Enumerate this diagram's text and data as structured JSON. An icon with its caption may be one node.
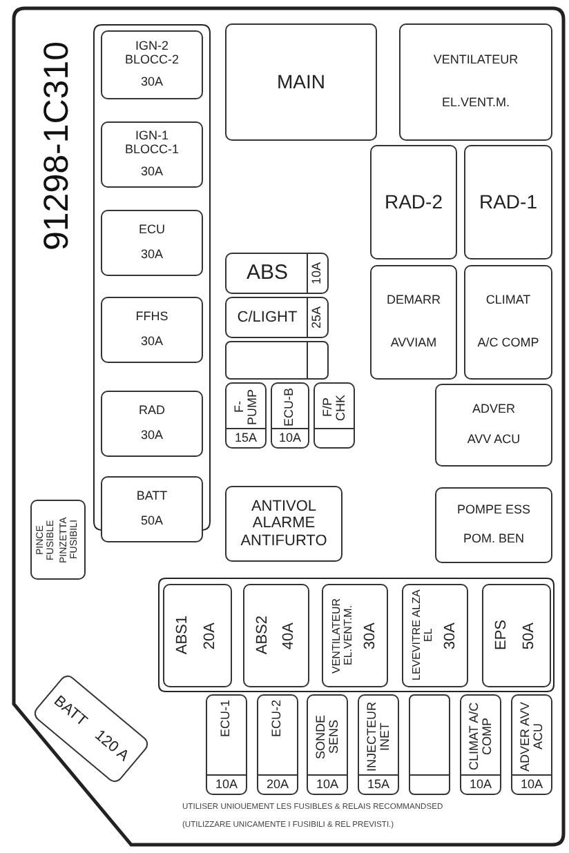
{
  "diagram": {
    "nodes": [
      {
        "text": [
          "IGN-2 BLOCC-2",
          "30A"
        ]
      },
      {
        "text": [
          "MAIN"
        ]
      },
      {
        "text": [
          "VENTILATEUR",
          "EL.VENT.M."
        ]
      },
      {
        "text": [
          "IGN-1 BLOCC-1",
          "30A"
        ]
      },
      {
        "text": [
          "RAD-2"
        ]
      },
      {
        "text": [
          "RAD-1"
        ]
      },
      {
        "text": [
          "ECU",
          "30A"
        ]
      },
      {
        "text": [
          "ABS",
          "10A"
        ]
      },
      {
        "text": [
          "DEMARR",
          "AVVIAM"
        ]
      },
      {
        "text": [
          "CLIMAT",
          "A/C COMP"
        ]
      },
      {
        "text": [
          "FFHS",
          "30A"
        ]
      },
      {
        "text": [
          "C/LIGHT",
          "25A"
        ]
      },
      {
        "text": [],
        "shape": "box"
      },
      {
        "text": [
          "F-PUMP",
          "15A"
        ]
      },
      {
        "text": [
          "ECU-B",
          "10A"
        ]
      },
      {
        "text": [
          "F/P CHK"
        ]
      },
      {
        "text": [
          "RAD",
          "30A"
        ]
      },
      {
        "text": [
          "ADVER",
          "AVV ACU"
        ]
      },
      {
        "text": [
          "BATT",
          "50A"
        ]
      },
      {
        "text": [
          "ANTIVOL ALARME ANTIFURTO"
        ]
      },
      {
        "text": [
          "POMPE ESS",
          "POM. BEN"
        ]
      },
      {
        "text": [
          "PINCE FUSIBLE",
          "PINZETTA FUSIBILI"
        ]
      },
      {
        "text": [
          "ABS1",
          "20A"
        ]
      },
      {
        "text": [
          "ABS2",
          "40A"
        ]
      },
      {
        "text": [
          "VENTILATEUR EL.VENT.M.",
          "30A"
        ]
      },
      {
        "text": [
          "LEVEVITRE ALZA EL",
          "30A"
        ]
      },
      {
        "text": [
          "EPS",
          "50A"
        ]
      },
      {
        "text": [
          "BATT",
          "120 A"
        ]
      },
      {
        "text": [
          "ECU-1",
          "10A"
        ]
      },
      {
        "text": [
          "ECU-2",
          "20A"
        ]
      },
      {
        "text": [
          "SONDE SENS",
          "10A"
        ]
      },
      {
        "text": [
          "INJECTEUR INET",
          "15A"
        ]
      },
      {
        "text": [],
        "shape": "box"
      },
      {
        "text": [
          "CLIMAT A/C COMP",
          "10A"
        ]
      },
      {
        "text": [
          "ADVER AVV ACU",
          "10A"
        ]
      }
    ],
    "labels": [
      "91298-1C310",
      "UTILISER UNIOUEMENT LES FUSIBLES & RELAIS RECOMMANDSED",
      "(UTILIZZARE UNICAMENTE I FUSIBILI & REL PREVISTI.)"
    ]
  }
}
